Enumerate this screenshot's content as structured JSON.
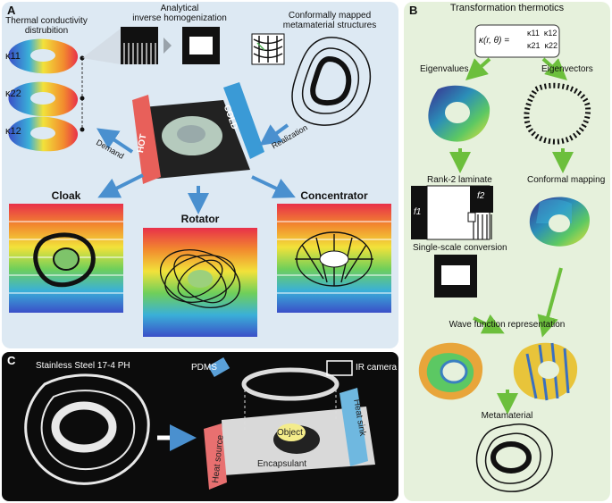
{
  "panel_a": {
    "letter": "A",
    "thermal_dist": [
      "Thermal conductivity",
      "distrubition"
    ],
    "kappa_labels": [
      "κ11",
      "κ22",
      "κ12"
    ],
    "analytical": [
      "Analytical",
      "inverse homogenization"
    ],
    "conformal": [
      "Conformally mapped",
      "metamaterial structures"
    ],
    "hot": "HOT",
    "cold": "COLD",
    "demand": "Demand",
    "realization": "Realization",
    "cloak": "Cloak",
    "rotator": "Rotator",
    "concentrator": "Concentrator"
  },
  "panel_b": {
    "letter": "B",
    "title": "Transformation thermotics",
    "eq_lhs": "κ(r, θ) =",
    "eq_matrix": [
      "κ11",
      "κ12",
      "κ21",
      "κ22"
    ],
    "eigenvalues": "Eigenvalues",
    "eigenvectors": "Eigenvectors",
    "rank2": "Rank-2 laminate",
    "f1": "f1",
    "f2": "f2",
    "conformal_mapping": "Conformal mapping",
    "single_scale": "Single-scale conversion",
    "wave_function": "Wave function representation",
    "metamaterial": "Metamaterial"
  },
  "panel_c": {
    "letter": "C",
    "steel": "Stainless Steel 17-4 PH",
    "pdms": "PDMS",
    "ir_camera": "IR camera",
    "heat_source": "Heat source",
    "heat_sink": "Heat sink",
    "object": "Object",
    "encapsulant": "Encapsulant"
  },
  "colors": {
    "hot": "#e8605a",
    "cold": "#3a9ad6",
    "arrow_blue": "#4a90cf",
    "arrow_green": "#6cbf3c"
  }
}
